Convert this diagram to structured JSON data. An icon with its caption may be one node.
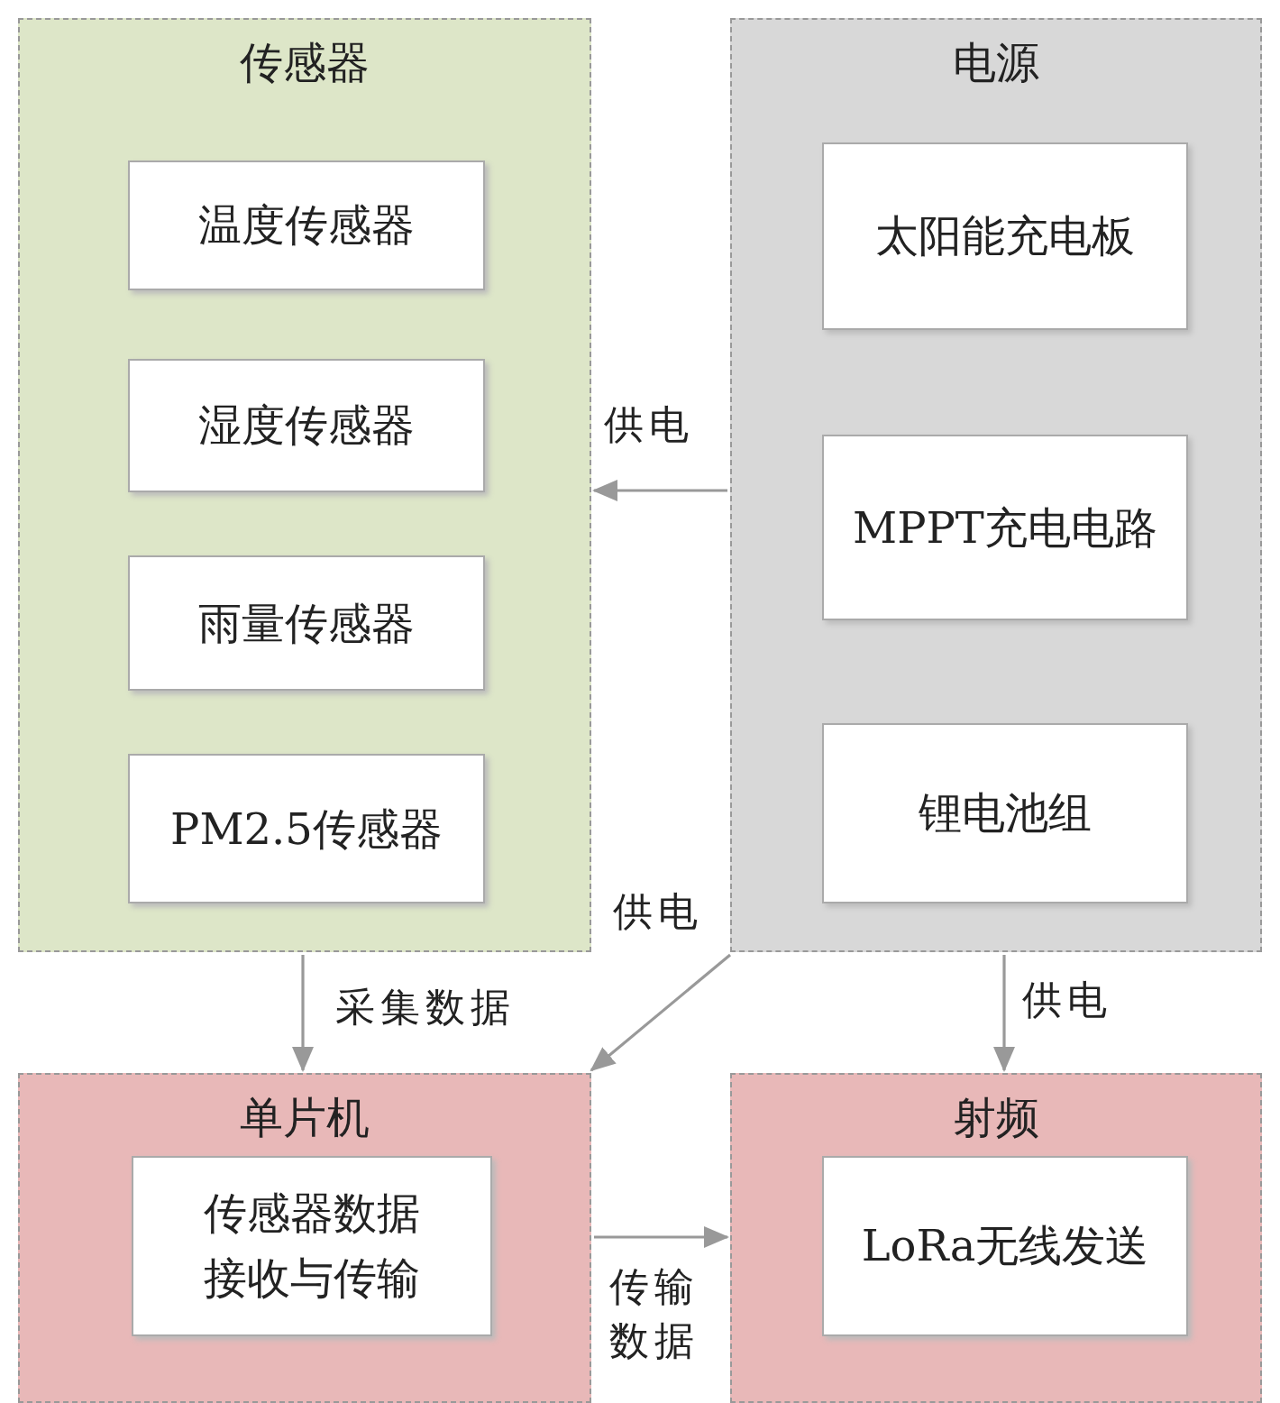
{
  "diagram": {
    "nodes": [
      {
        "text": [
          "传感器"
        ]
      },
      {
        "text": [
          "温度传感器"
        ],
        "in": 0
      },
      {
        "text": [
          "湿度传感器"
        ],
        "in": 0
      },
      {
        "text": [
          "雨量传感器"
        ],
        "in": 0
      },
      {
        "text": [
          "PM2.5传感器"
        ],
        "in": 0
      },
      {
        "text": [
          "电源"
        ]
      },
      {
        "text": [
          "太阳能充电板"
        ],
        "in": 5
      },
      {
        "text": [
          "MPPT充电电路"
        ],
        "in": 5
      },
      {
        "text": [
          "锂电池组"
        ],
        "in": 5
      },
      {
        "text": [
          "单片机"
        ]
      },
      {
        "text": [
          "传感器数据接收与传输"
        ],
        "in": 9
      },
      {
        "text": [
          "射频"
        ]
      },
      {
        "text": [
          "LoRa无线发送"
        ],
        "in": 11
      }
    ],
    "edges": [
      {
        "from": 5,
        "to": 0,
        "arrow": "to",
        "label": "供电"
      },
      {
        "from": 5,
        "to": 9,
        "arrow": "to",
        "label": "供电"
      },
      {
        "from": 5,
        "to": 11,
        "arrow": "to",
        "label": "供电"
      },
      {
        "from": 0,
        "to": 9,
        "arrow": "to",
        "label": "采集数据"
      },
      {
        "from": 9,
        "to": 11,
        "arrow": "to",
        "label": "传输数据"
      }
    ]
  }
}
